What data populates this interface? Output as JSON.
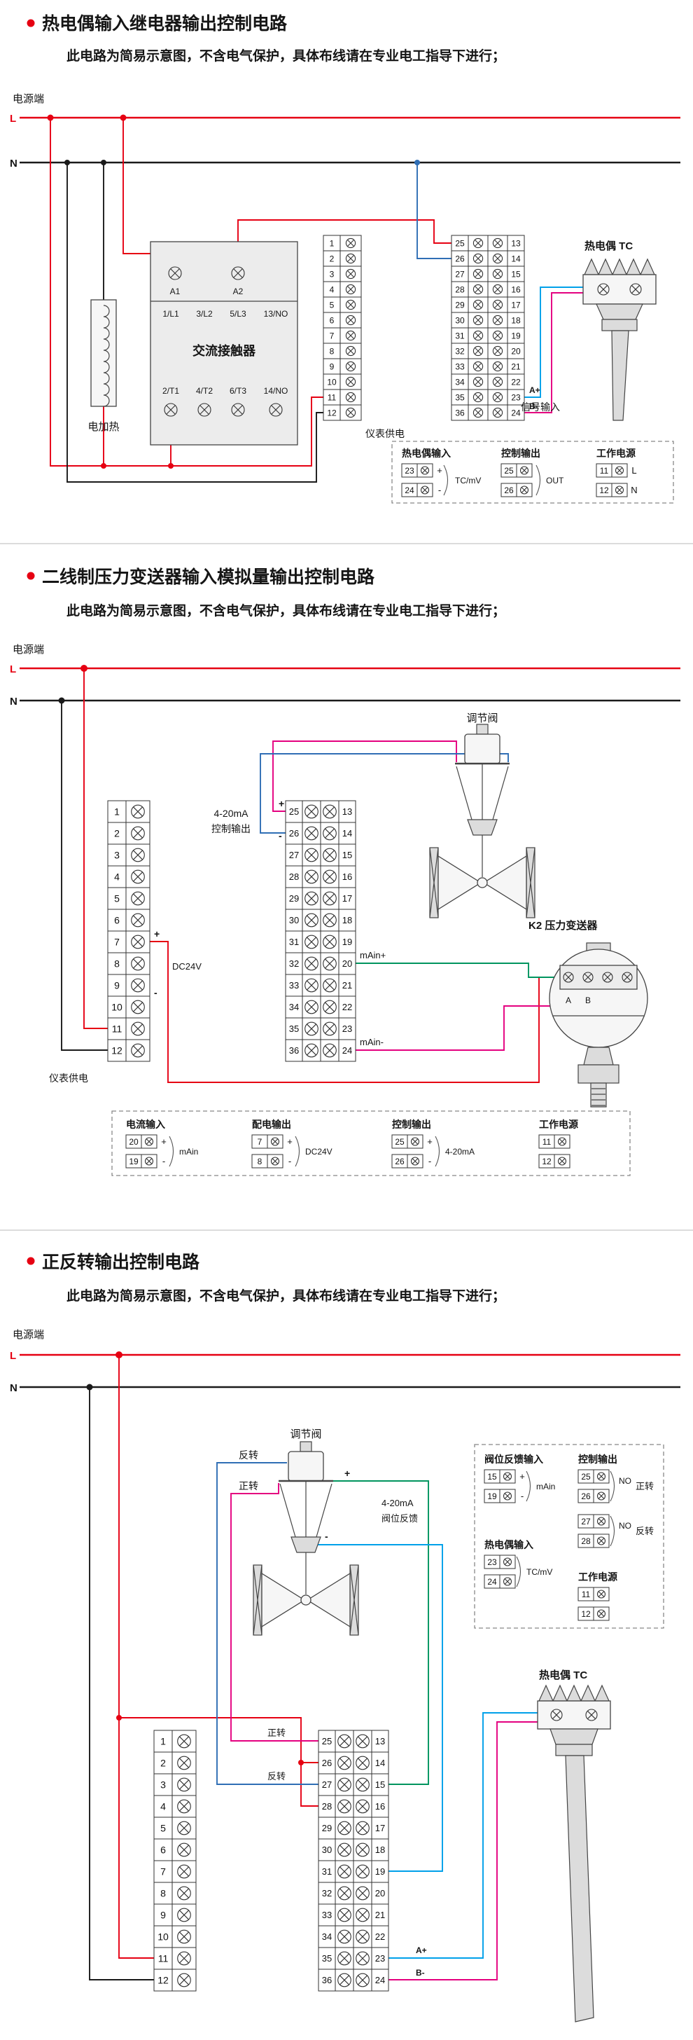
{
  "colors": {
    "accent_red": "#e60012",
    "wire_live": "#e60012",
    "wire_neutral": "#1a1a1a",
    "wire_blue": "#2f6eb5",
    "wire_cyan": "#00a0e9",
    "wire_magenta": "#e4007f",
    "wire_green": "#00945e",
    "divider": "#dcdcdc"
  },
  "sections": [
    {
      "title": "热电偶输入继电器输出控制电路",
      "note": "此电路为简易示意图，不含电气保护，具体布线请在专业电工指导下进行；",
      "power": {
        "label": "电源端",
        "live": "L",
        "neutral": "N"
      },
      "heater_label": "电加热",
      "contactor": {
        "name": "交流接触器",
        "coil_terminals": [
          "A1",
          "A2"
        ],
        "top_row": [
          "1/L1",
          "3/L2",
          "5/L3",
          "13/NO"
        ],
        "bottom_row": [
          "2/T1",
          "4/T2",
          "6/T3",
          "14/NO"
        ]
      },
      "meter_supply_label": "仪表供电",
      "tc_label": "热电偶 TC",
      "signal_input_label": "信号输入",
      "wire_tags": {
        "a_plus": "A+",
        "b_minus": "B-"
      },
      "strips": {
        "left": {
          "nums": [
            "1",
            "2",
            "3",
            "4",
            "5",
            "6",
            "7",
            "8",
            "9",
            "10",
            "11",
            "12"
          ]
        },
        "right": {
          "nums_inner": [
            "25",
            "26",
            "27",
            "28",
            "29",
            "30",
            "31",
            "32",
            "33",
            "34",
            "35",
            "36"
          ],
          "nums_outer": [
            "13",
            "14",
            "15",
            "16",
            "17",
            "18",
            "19",
            "20",
            "21",
            "22",
            "23",
            "24"
          ]
        }
      },
      "box": {
        "groups": [
          {
            "title": "热电偶输入",
            "rows": [
              {
                "num": "23",
                "mark": "+"
              },
              {
                "num": "24",
                "mark": "-"
              }
            ],
            "tag": "TC/mV"
          },
          {
            "title": "控制输出",
            "rows": [
              {
                "num": "25"
              },
              {
                "num": "26"
              }
            ],
            "tag": "OUT"
          },
          {
            "title": "工作电源",
            "rows": [
              {
                "num": "11",
                "mark": "L"
              },
              {
                "num": "12",
                "mark": "N"
              }
            ]
          }
        ]
      }
    },
    {
      "title": "二线制压力变送器输入模拟量输出控制电路",
      "note": "此电路为简易示意图，不含电气保护，具体布线请在专业电工指导下进行；",
      "power": {
        "label": "电源端",
        "live": "L",
        "neutral": "N"
      },
      "valve_label": "调节阀",
      "out_label_1": "4-20mA",
      "out_label_2": "控制输出",
      "plus": "+",
      "minus": "-",
      "dc24v_label": "DC24V",
      "main_plus": "mAin+",
      "main_minus": "mAin-",
      "transmitter_label": "K2 压力变送器",
      "transmitter_terminals": [
        "A",
        "B"
      ],
      "meter_supply_label": "仪表供电",
      "strips": {
        "left": {
          "nums": [
            "1",
            "2",
            "3",
            "4",
            "5",
            "6",
            "7",
            "8",
            "9",
            "10",
            "11",
            "12"
          ]
        },
        "right": {
          "nums_inner": [
            "25",
            "26",
            "27",
            "28",
            "29",
            "30",
            "31",
            "32",
            "33",
            "34",
            "35",
            "36"
          ],
          "nums_outer": [
            "13",
            "14",
            "15",
            "16",
            "17",
            "18",
            "19",
            "20",
            "21",
            "22",
            "23",
            "24"
          ]
        }
      },
      "box": {
        "groups": [
          {
            "title": "电流输入",
            "rows": [
              {
                "num": "20",
                "mark": "+"
              },
              {
                "num": "19",
                "mark": "-"
              }
            ],
            "tag": "mAin"
          },
          {
            "title": "配电输出",
            "rows": [
              {
                "num": "7",
                "mark": "+"
              },
              {
                "num": "8",
                "mark": "-"
              }
            ],
            "tag": "DC24V"
          },
          {
            "title": "控制输出",
            "rows": [
              {
                "num": "25",
                "mark": "+"
              },
              {
                "num": "26",
                "mark": "-"
              }
            ],
            "tag": "4-20mA"
          },
          {
            "title": "工作电源",
            "rows": [
              {
                "num": "11"
              },
              {
                "num": "12"
              }
            ]
          }
        ]
      }
    },
    {
      "title": "正反转输出控制电路",
      "note": "此电路为简易示意图，不含电气保护，具体布线请在专业电工指导下进行；",
      "power": {
        "label": "电源端",
        "live": "L",
        "neutral": "N"
      },
      "valve_label": "调节阀",
      "fwd_label": "正转",
      "rev_label": "反转",
      "plus": "+",
      "minus": "-",
      "fb_label_1": "4-20mA",
      "fb_label_2": "阀位反馈",
      "tc_label": "热电偶 TC",
      "wire_tags": {
        "a_plus": "A+",
        "b_minus": "B-"
      },
      "strips": {
        "left": {
          "nums": [
            "1",
            "2",
            "3",
            "4",
            "5",
            "6",
            "7",
            "8",
            "9",
            "10",
            "11",
            "12"
          ]
        },
        "right": {
          "nums_inner": [
            "25",
            "26",
            "27",
            "28",
            "29",
            "30",
            "31",
            "32",
            "33",
            "34",
            "35",
            "36"
          ],
          "nums_outer": [
            "13",
            "14",
            "15",
            "16",
            "17",
            "18",
            "19",
            "20",
            "21",
            "22",
            "23",
            "24"
          ]
        }
      },
      "box": {
        "groups": [
          {
            "title": "阀位反馈输入",
            "rows": [
              {
                "num": "15",
                "mark": "+"
              },
              {
                "num": "19",
                "mark": "-"
              }
            ],
            "tag": "mAin"
          },
          {
            "title": "热电偶输入",
            "rows": [
              {
                "num": "23"
              },
              {
                "num": "24"
              }
            ],
            "tag": "TC/mV"
          },
          {
            "title": "控制输出",
            "rows": [
              {
                "num": "25"
              },
              {
                "num": "26"
              },
              {
                "num": "27"
              },
              {
                "num": "28"
              }
            ],
            "pairs": [
              {
                "tag": "NO",
                "label": "正转"
              },
              {
                "tag": "NO",
                "label": "反转"
              }
            ]
          },
          {
            "title": "工作电源",
            "rows": [
              {
                "num": "11"
              },
              {
                "num": "12"
              }
            ]
          }
        ]
      }
    }
  ]
}
